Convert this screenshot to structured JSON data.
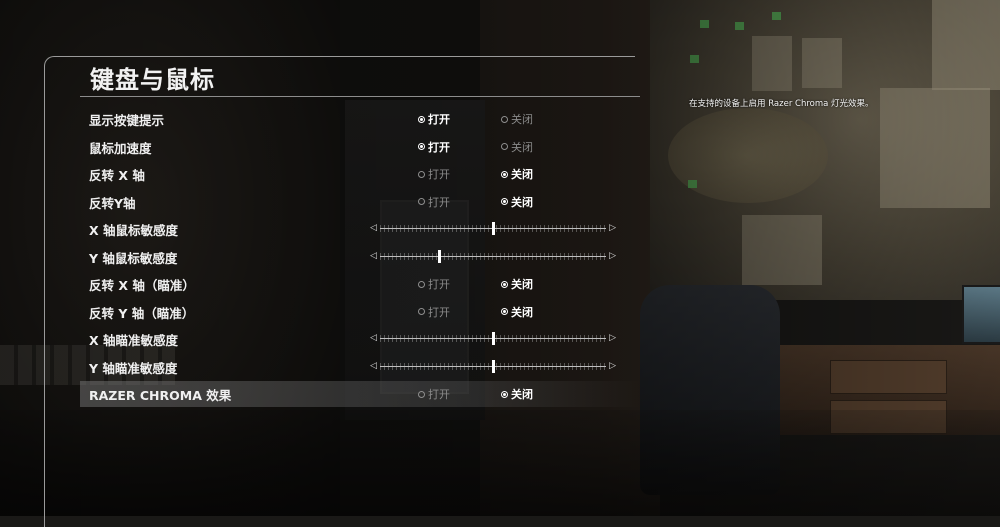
{
  "title": "键盘与鼠标",
  "hint": "在支持的设备上启用 Razer Chroma 灯光效果。",
  "options": {
    "on": "打开",
    "off": "关闭"
  },
  "rows": [
    {
      "label": "显示按键提示",
      "type": "toggle",
      "value": "on"
    },
    {
      "label": "鼠标加速度",
      "type": "toggle",
      "value": "on"
    },
    {
      "label": "反转 X 轴",
      "type": "toggle",
      "value": "off"
    },
    {
      "label": "反转Y轴",
      "type": "toggle",
      "value": "off"
    },
    {
      "label": "X 轴鼠标敏感度",
      "type": "slider",
      "value": 0.5
    },
    {
      "label": "Y 轴鼠标敏感度",
      "type": "slider",
      "value": 0.26
    },
    {
      "label": "反转 X 轴（瞄准）",
      "type": "toggle",
      "value": "off"
    },
    {
      "label": "反转 Y 轴（瞄准）",
      "type": "toggle",
      "value": "off"
    },
    {
      "label": "X 轴瞄准敏感度",
      "type": "slider",
      "value": 0.5
    },
    {
      "label": "Y 轴瞄准敏感度",
      "type": "slider",
      "value": 0.5
    },
    {
      "label": "RAZER CHROMA 效果",
      "type": "toggle",
      "value": "off",
      "selected": true
    }
  ]
}
